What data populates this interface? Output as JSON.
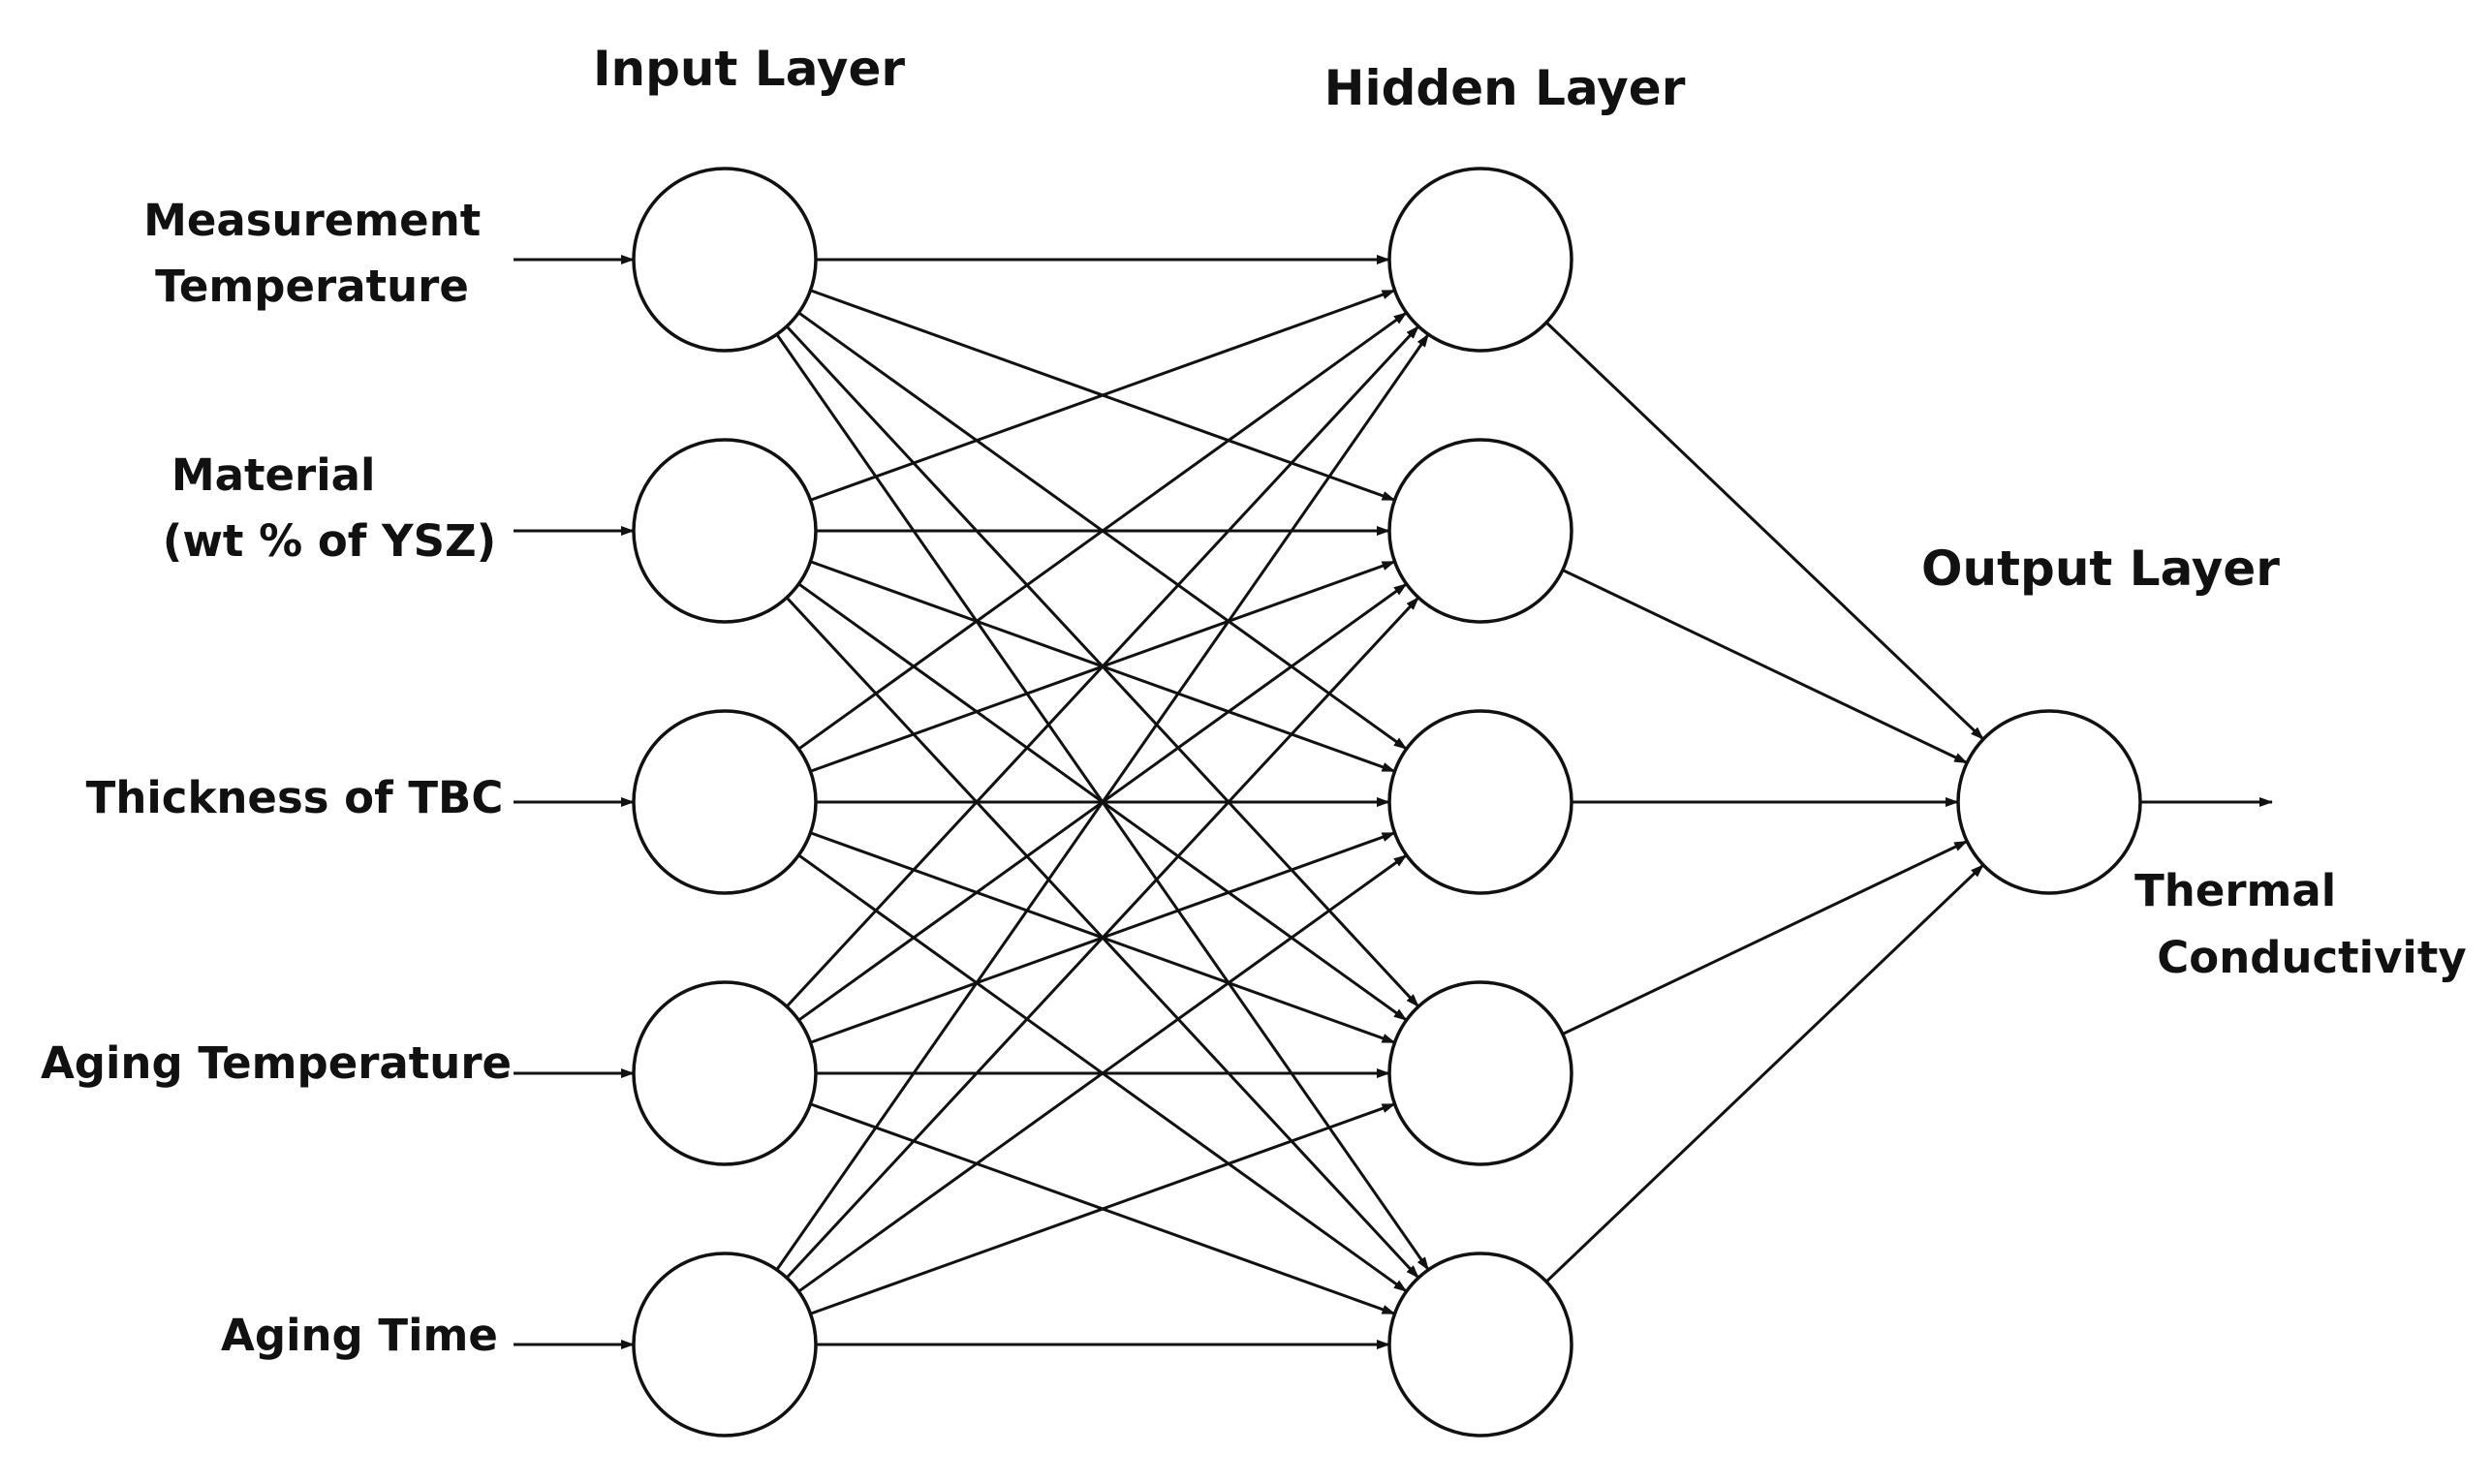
{
  "diagram": {
    "type": "feedforward-neural-network",
    "layers": {
      "input_title": "Input Layer",
      "hidden_title": "Hidden Layer",
      "output_title": "Output Layer"
    },
    "inputs": [
      {
        "line1": "Measurement",
        "line2": "Temperature"
      },
      {
        "line1": "Material",
        "line2": "(wt % of YSZ)"
      },
      {
        "line1": "Thickness of TBC",
        "line2": ""
      },
      {
        "line1": "Aging Temperature",
        "line2": ""
      },
      {
        "line1": "Aging Time",
        "line2": ""
      }
    ],
    "hidden_node_count": 5,
    "output": {
      "line1": "Thermal",
      "line2": "Conductivity"
    },
    "connectivity": "fully-connected"
  }
}
